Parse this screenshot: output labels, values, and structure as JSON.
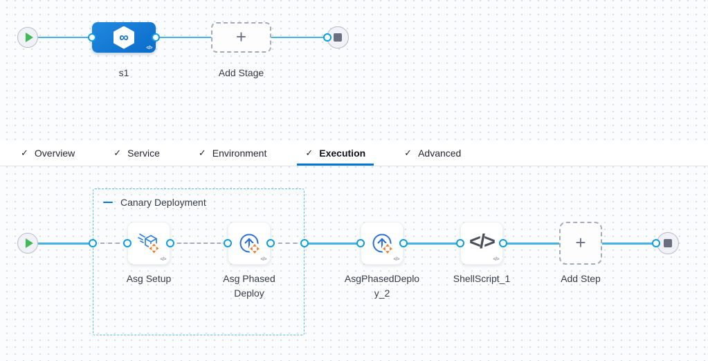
{
  "pipeline_graph": {
    "stage": {
      "label": "s1"
    },
    "add_stage": {
      "label": "Add Stage"
    },
    "plus_glyph": "+",
    "stage_icon_glyph": "∞",
    "code_badge": "</>"
  },
  "tabs": {
    "check_glyph": "✓",
    "items": [
      {
        "label": "Overview",
        "checked": true,
        "active": false
      },
      {
        "label": "Service",
        "checked": true,
        "active": false
      },
      {
        "label": "Environment",
        "checked": true,
        "active": false
      },
      {
        "label": "Execution",
        "checked": true,
        "active": true
      },
      {
        "label": "Advanced",
        "checked": true,
        "active": false
      }
    ]
  },
  "execution_graph": {
    "group": {
      "label": "Canary Deployment"
    },
    "steps": [
      {
        "name": "Asg Setup",
        "icon": "asg-setup-icon"
      },
      {
        "name": "Asg Phased Deploy",
        "icon": "asg-phased-deploy-icon"
      },
      {
        "name": "AsgPhasedDeploy_2",
        "icon": "asg-phased-deploy-icon"
      },
      {
        "name": "ShellScript_1",
        "icon": "shell-script-icon"
      }
    ],
    "add_step": {
      "label": "Add Step"
    },
    "plus_glyph": "+",
    "shell_glyph": "</>",
    "code_badge": "</>"
  },
  "colors": {
    "accent_blue": "#0278d5",
    "link_line_blue": "#45b2e7",
    "dot_ring_blue": "#0b9de2",
    "stage_gradient_start": "#2189e0",
    "stage_gradient_end": "#0a6cc9",
    "orange_accent": "#f07c25",
    "icon_blue": "#2b6fd6",
    "play_green": "#42ba57",
    "group_border_blue": "#56c0ee",
    "text_dark": "#383946"
  }
}
